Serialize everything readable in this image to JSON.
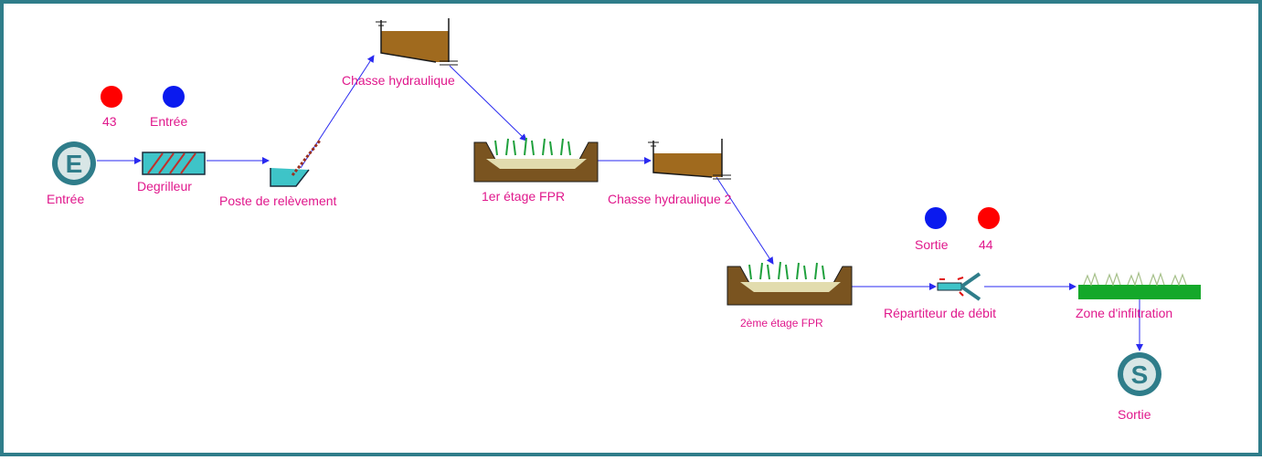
{
  "nodes": {
    "entree": "Entrée",
    "degrilleur": "Degrilleur",
    "poste": "Poste de relèvement",
    "chasse1": "Chasse hydraulique",
    "fpr1": "1er étage FPR",
    "chasse2": "Chasse hydraulique 2",
    "fpr2": "2ème étage FPR",
    "repartiteur": "Répartiteur de débit",
    "zone": "Zone d'infiltration",
    "sortie": "Sortie"
  },
  "markers": {
    "m43": "43",
    "m_entree": "Entrée",
    "m_sortie": "Sortie",
    "m44": "44"
  },
  "icons": {
    "entree_letter": "E",
    "sortie_letter": "S"
  },
  "colors": {
    "label": "#e0188c",
    "arrow": "#2a2af0",
    "teal": "#2f7d8a",
    "red_marker": "#ff0000",
    "blue_marker": "#0a1aef",
    "tank_fill": "#a06a1e",
    "basin_soil": "#7a5420",
    "plant_green": "#1ea03c"
  }
}
